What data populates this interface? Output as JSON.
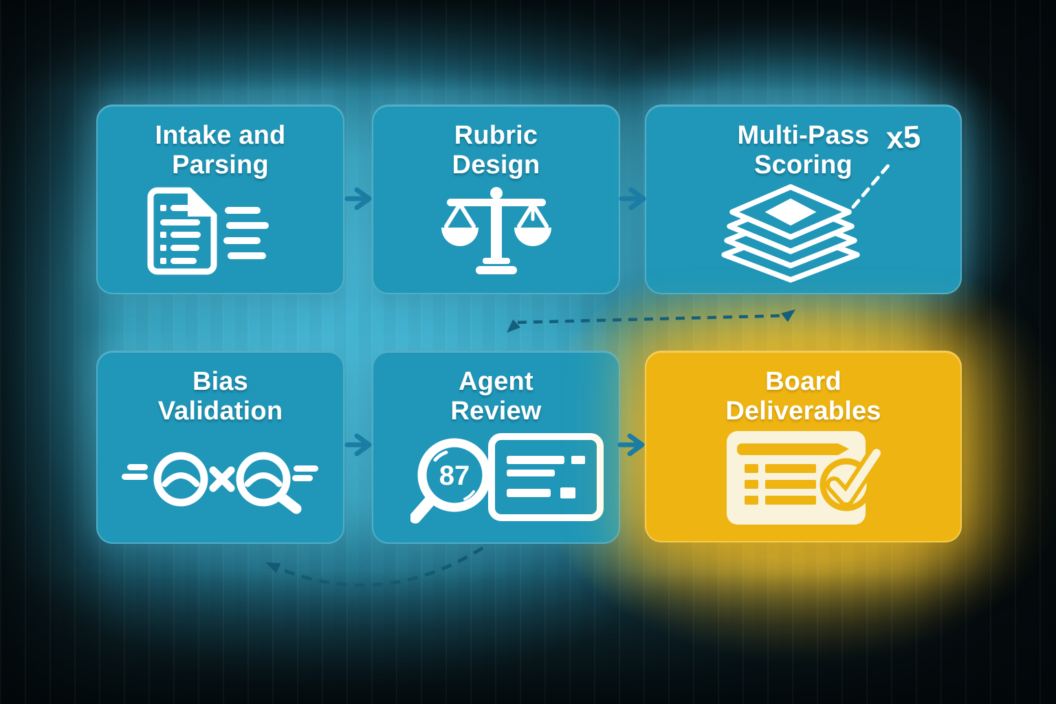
{
  "theme": {
    "bg-dark": "#091013",
    "card-teal": "#2097B8",
    "card-teal-border": "rgba(255,255,255,0.22)",
    "card-yellow": "#EEB512",
    "icon-white": "#FFFFFF",
    "icon-cream": "#FAF3DC",
    "text-white": "#FFFFFF",
    "arrow-solid": "#1B7CA4",
    "arrow-dashed": "#155F7D",
    "arrow-dashed-dark": "#145A73",
    "glow-cyan": "#46B7D6",
    "glow-yellow": "#F6C52B"
  },
  "diagram": {
    "nodes": [
      {
        "id": "intake-and-parsing",
        "title": "Intake and\nParsing",
        "icon": "document-checklist-icon"
      },
      {
        "id": "rubric-design",
        "title": "Rubric\nDesign",
        "icon": "balance-scale-icon"
      },
      {
        "id": "multi-pass-scoring",
        "title": "Multi-Pass\nScoring",
        "icon": "stacked-layers-icon",
        "annotation": "x5"
      },
      {
        "id": "bias-validation",
        "title": "Bias\nValidation",
        "icon": "lens-comparison-icon"
      },
      {
        "id": "agent-review",
        "title": "Agent\nReview",
        "icon": "magnifier-score-icon",
        "score": "87"
      },
      {
        "id": "board-deliverables",
        "title": "Board\nDeliverables",
        "icon": "checked-report-icon",
        "highlighted": true
      }
    ],
    "connectors": [
      {
        "from": "intake-and-parsing",
        "to": "rubric-design",
        "style": "solid-arrow"
      },
      {
        "from": "rubric-design",
        "to": "multi-pass-scoring",
        "style": "solid-arrow"
      },
      {
        "from": "bias-validation",
        "to": "agent-review",
        "style": "solid-arrow"
      },
      {
        "from": "agent-review",
        "to": "board-deliverables",
        "style": "solid-arrow"
      },
      {
        "from": "multi-pass-scoring",
        "to": "agent-review",
        "style": "dashed-double-arrow"
      },
      {
        "from": "agent-review",
        "to": "bias-validation",
        "style": "dashed-curved-arrow"
      },
      {
        "from": "stacked-layers-icon",
        "to": "x5-annotation",
        "style": "dashed-white-line"
      }
    ]
  }
}
